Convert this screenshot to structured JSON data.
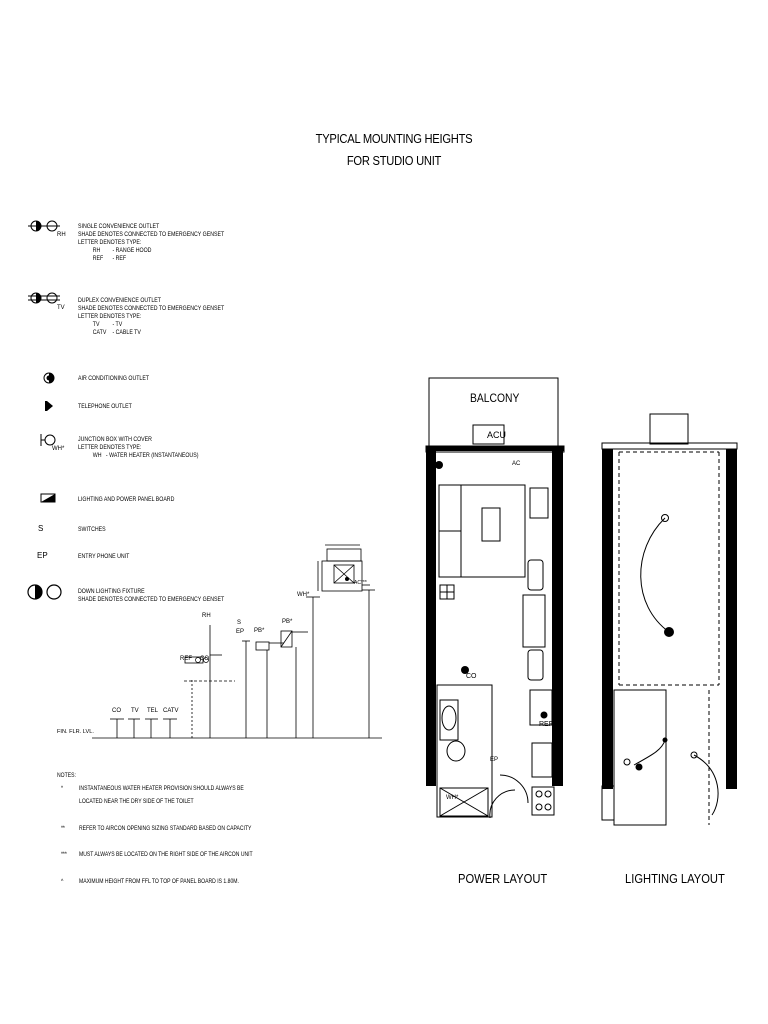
{
  "title": {
    "line1": "TYPICAL MOUNTING HEIGHTS",
    "line2": "FOR STUDIO UNIT"
  },
  "legend": [
    {
      "icon": "single-outlet-icon",
      "sub": "RH",
      "lines": [
        "SINGLE CONVENIENCE OUTLET",
        "SHADE DENOTES CONNECTED TO EMERGENCY GENSET",
        "LETTER DENOTES TYPE:"
      ],
      "types": [
        [
          "RH",
          "- RANGE HOOD"
        ],
        [
          "REF",
          "- REF"
        ]
      ]
    },
    {
      "icon": "duplex-outlet-icon",
      "sub": "TV",
      "lines": [
        "DUPLEX CONVENIENCE OUTLET",
        "SHADE DENOTES CONNECTED TO EMERGENCY GENSET",
        "LETTER DENOTES TYPE:"
      ],
      "types": [
        [
          "TV",
          "- TV"
        ],
        [
          "CATV",
          "- CABLE TV"
        ]
      ]
    },
    {
      "icon": "aircon-outlet-icon",
      "lines": [
        "AIR CONDITIONING OUTLET"
      ]
    },
    {
      "icon": "telephone-outlet-icon",
      "lines": [
        "TELEPHONE OUTLET"
      ]
    },
    {
      "icon": "junction-box-icon",
      "sub": "WH*",
      "lines": [
        "JUNCTION BOX WITH COVER",
        "LETTER DENOTES TYPE:"
      ],
      "types": [
        [
          "WH",
          "- WATER HEATER (INSTANTANEOUS)"
        ]
      ]
    },
    {
      "icon": "panel-board-icon",
      "lines": [
        "LIGHTING AND POWER PANEL BOARD"
      ]
    },
    {
      "icon": "switch-icon",
      "symbol": "S",
      "lines": [
        "SWITCHES"
      ]
    },
    {
      "icon": "entry-phone-icon",
      "symbol": "EP",
      "lines": [
        "ENTRY PHONE UNIT"
      ]
    },
    {
      "icon": "downlight-icon",
      "lines": [
        "DOWN LIGHTING FIXTURE",
        "SHADE DENOTES CONNECTED TO EMERGENCY GENSET"
      ]
    }
  ],
  "elevation": {
    "floor_label": "FIN. FLR. LVL.",
    "labels": {
      "co": "CO",
      "tv": "TV",
      "tel": "TEL",
      "catv": "CATV",
      "ref": "REF",
      "co2": "CO",
      "rh": "RH",
      "s": "S",
      "ep": "EP",
      "pb": "PB*",
      "pb2": "PB*",
      "wh": "WH*",
      "ac": "AC***"
    }
  },
  "notes": [
    {
      "mark": "*",
      "lines": [
        "INSTANTANEOUS WATER HEATER PROVISION SHOULD ALWAYS BE",
        "LOCATED NEAR THE DRY SIDE OF THE TOILET"
      ]
    },
    {
      "mark": "**",
      "lines": [
        "REFER TO AIRCON OPENING SIZING STANDARD BASED ON CAPACITY"
      ]
    },
    {
      "mark": "***",
      "lines": [
        "MUST ALWAYS BE LOCATED ON THE RIGHT SIDE OF THE AIRCON UNIT"
      ]
    },
    {
      "mark": "^",
      "lines": [
        "MAXIMUM HEIGHT FROM FFL TO TOP OF PANEL BOARD IS 1.80M."
      ]
    }
  ],
  "notes_heading": "NOTES:",
  "power_plan": {
    "balcony": "BALCONY",
    "acu": "ACU",
    "ac": "AC",
    "co": "CO",
    "ref": "REF",
    "ep": "EP",
    "wh": "WH*"
  },
  "captions": {
    "power": "POWER LAYOUT",
    "lighting": "LIGHTING LAYOUT"
  }
}
